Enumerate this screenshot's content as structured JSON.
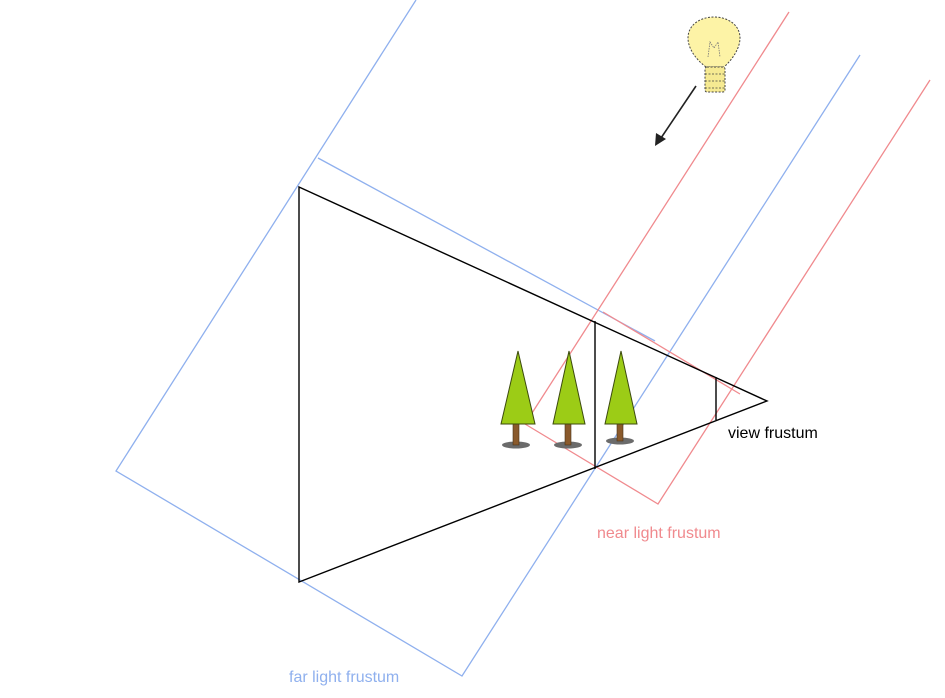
{
  "labels": {
    "view_frustum": "view frustum",
    "near_light_frustum": "near light frustum",
    "far_light_frustum": "far light frustum"
  },
  "colors": {
    "view": "#000000",
    "near": "#f08a8e",
    "far": "#8fb0ee",
    "tree_foliage": "#9ccc16",
    "tree_outline": "#3c4a0e",
    "trunk": "#8a5a2c",
    "shadow": "#6b6b6b",
    "bulb": "#fdf3a6"
  },
  "icons": {
    "light": "light-bulb-icon",
    "arrow": "light-direction-arrow-icon",
    "tree": "tree-icon"
  }
}
